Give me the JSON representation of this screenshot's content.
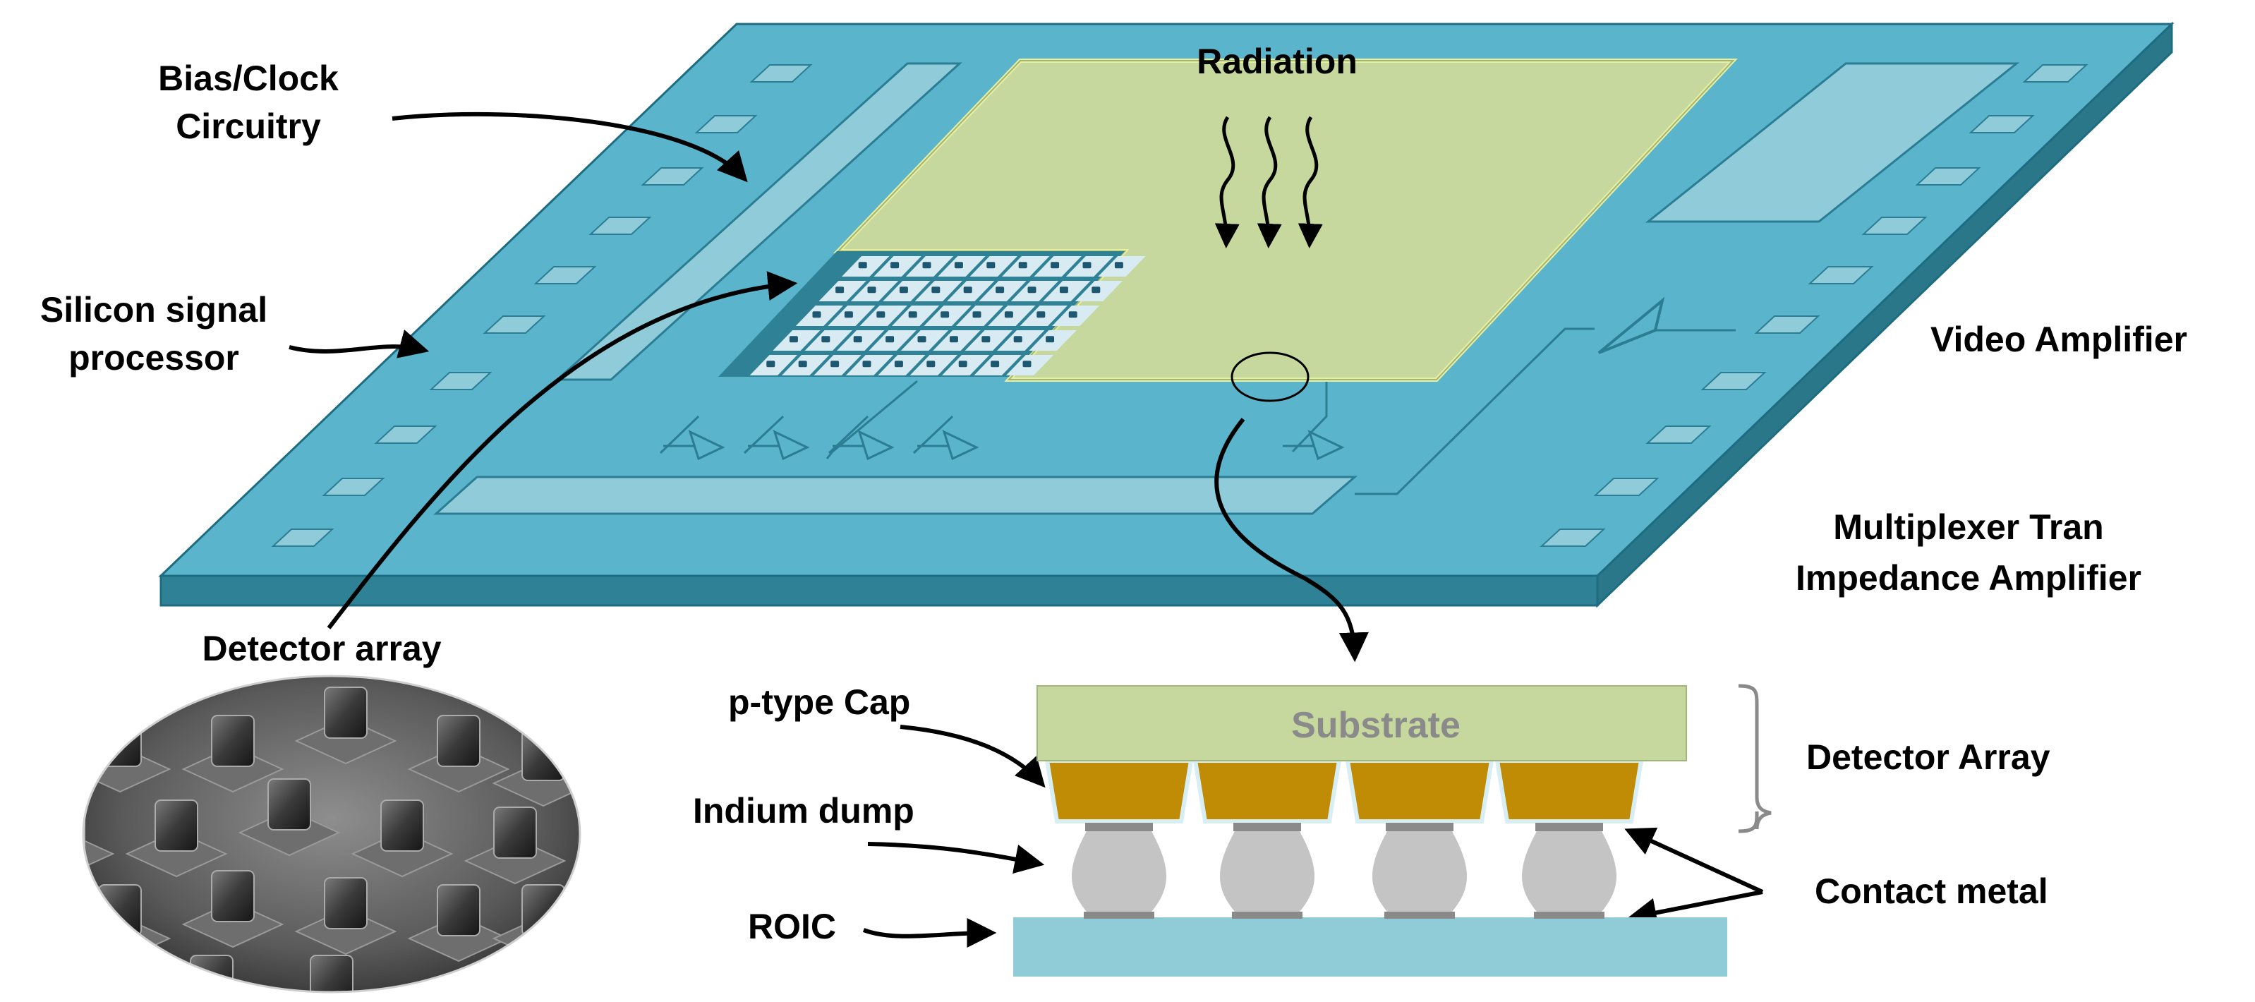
{
  "labels": {
    "radiation": "Radiation",
    "bias_clock_line1": "Bias/Clock",
    "bias_clock_line2": "Circuitry",
    "silicon_line1": "Silicon signal",
    "silicon_line2": "processor",
    "video_amplifier": "Video Amplifier",
    "mux_line1": "Multiplexer Tran",
    "mux_line2": "Impedance Amplifier",
    "detector_array_top": "Detector array",
    "p_type_cap": "p-type Cap",
    "indium_dump": "Indium dump",
    "roic": "ROIC",
    "substrate": "Substrate",
    "detector_array_side": "Detector Array",
    "contact_metal": "Contact metal"
  },
  "colors": {
    "chip_top": "#5ab4cc",
    "chip_side": "#2f8296",
    "chip_edge": "#1d6c82",
    "light_strip": "#8fcbd9",
    "detector_plane": "#c6d89d",
    "detector_edge": "#e8ef9e",
    "cap_gold": "#c08c05",
    "indium_grey": "#c4c4c4",
    "metal_grey": "#8a8a8a",
    "roic_blue": "#90ccd8",
    "substrate_text": "#8a8a8a",
    "pixel_cell": "#d8ebf2",
    "pixel_dot": "#1d5870"
  }
}
